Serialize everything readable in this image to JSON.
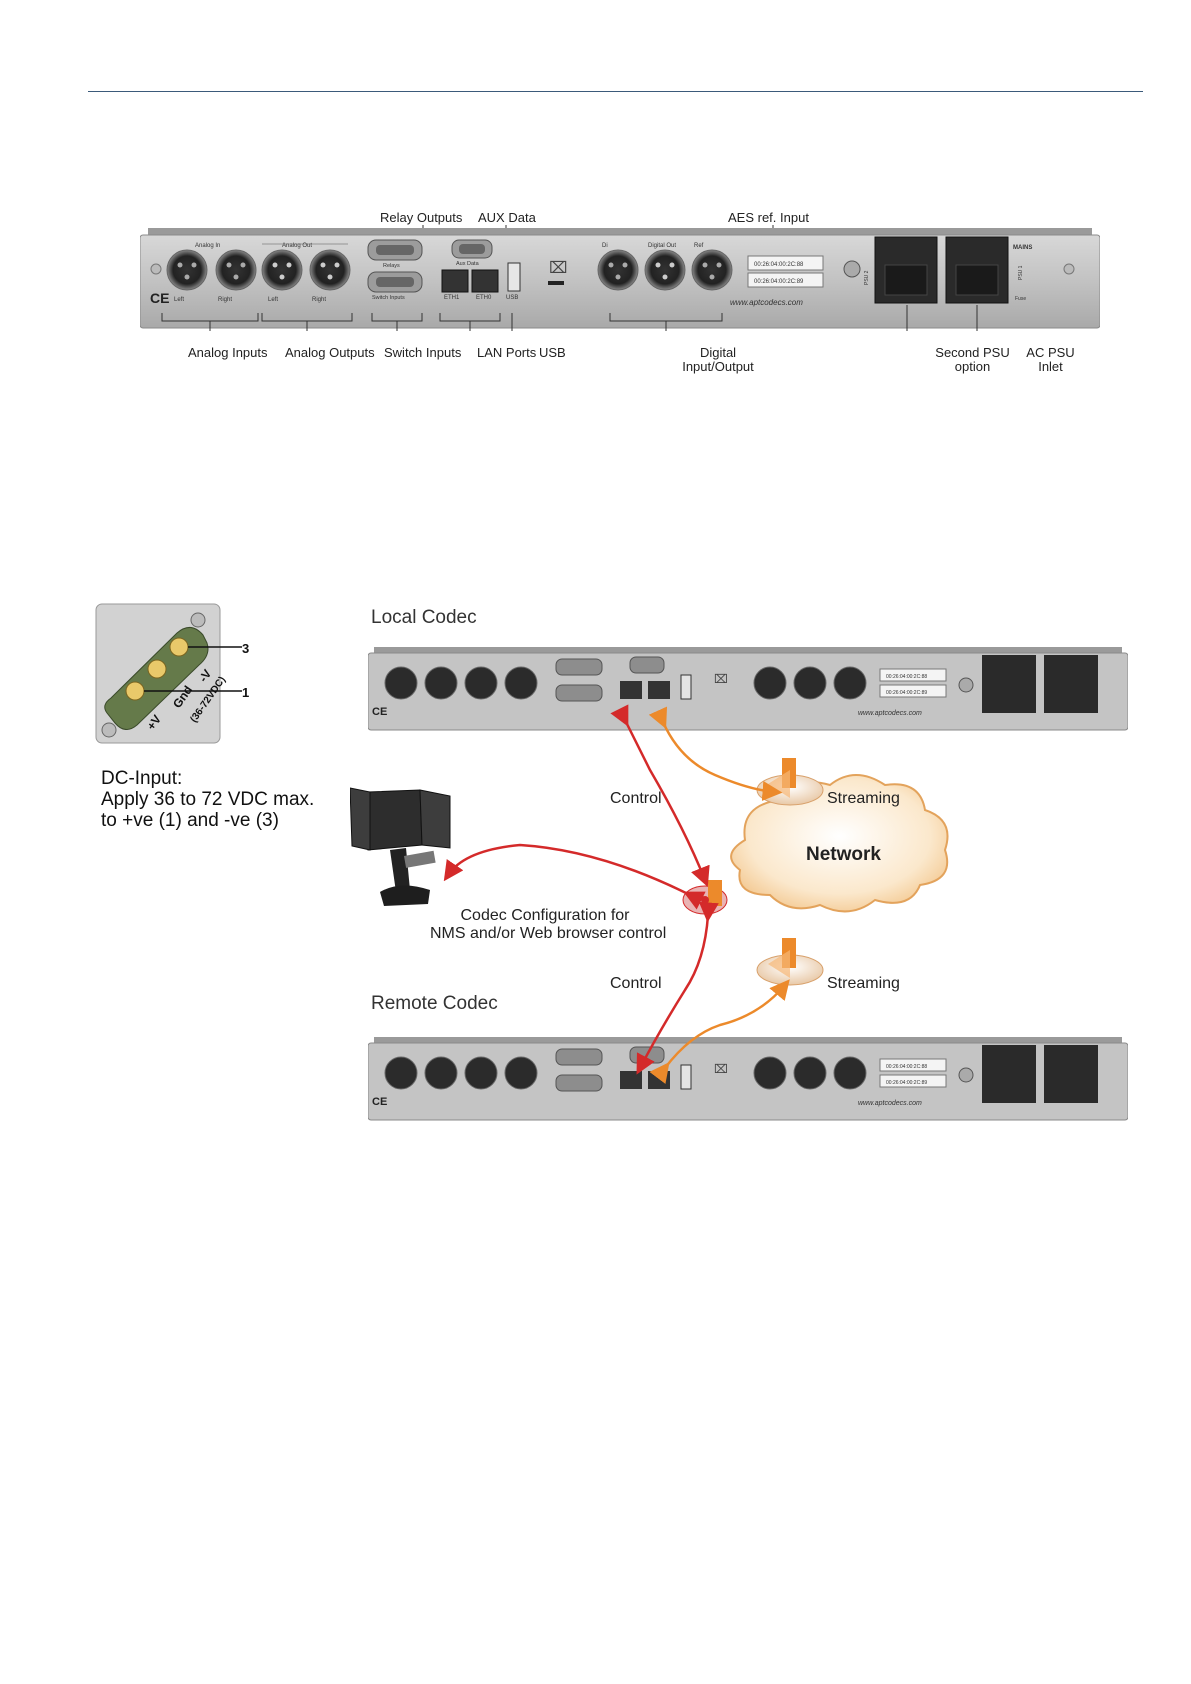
{
  "top_panel": {
    "callouts_top": {
      "relay_outputs": "Relay Outputs",
      "aux_data": "AUX Data",
      "aes_ref_input": "AES ref. Input"
    },
    "callouts_bottom": {
      "analog_inputs": "Analog Inputs",
      "analog_outputs": "Analog Outputs",
      "switch_inputs": "Switch Inputs",
      "lan_ports": "LAN Ports",
      "usb": "USB",
      "digital_io_line1": "Digital",
      "digital_io_line2": "Input/Output",
      "second_psu_line1": "Second PSU",
      "second_psu_line2": "option",
      "ac_psu_line1": "AC PSU",
      "ac_psu_line2": "Inlet"
    },
    "panel_print": {
      "analog_in": "Analog In",
      "analog_out": "Analog Out",
      "digital_out": "Digital Out",
      "digital_in": "Di",
      "ref": "Ref",
      "left": "Left",
      "right": "Right",
      "relays": "Relays",
      "aux_data": "Aux Data",
      "switch_inputs": "Switch Inputs",
      "eth1": "ETH1",
      "eth0": "ETH0",
      "usb": "USB",
      "mac1": "00:26:04:00:2C:88",
      "mac2": "00:26:04:00:2C:89",
      "url": "www.aptcodecs.com",
      "mains": "MAINS",
      "psu2": "PSU 2",
      "psu1": "PSU 1",
      "fuse": "Fuse",
      "ce": "CE"
    }
  },
  "dc_input": {
    "pin3": "3",
    "pin1": "1",
    "plus_v": "+V",
    "gnd": "Gnd",
    "minus_v": "-V",
    "range": "(36-72VDC)",
    "text_line1": "DC-Input:",
    "text_line2": "Apply 36 to 72 VDC max.",
    "text_line3": "to +ve (1) and -ve (3)"
  },
  "network_diagram": {
    "local_codec": "Local Codec",
    "remote_codec": "Remote Codec",
    "control_top": "Control",
    "control_bottom": "Control",
    "streaming_top": "Streaming",
    "streaming_bottom": "Streaming",
    "network": "Network",
    "config_line1": "Codec Configuration for",
    "config_line2": "NMS and/or Web browser control",
    "colors": {
      "control": "#d42a2a",
      "streaming": "#ec8a2b"
    }
  }
}
